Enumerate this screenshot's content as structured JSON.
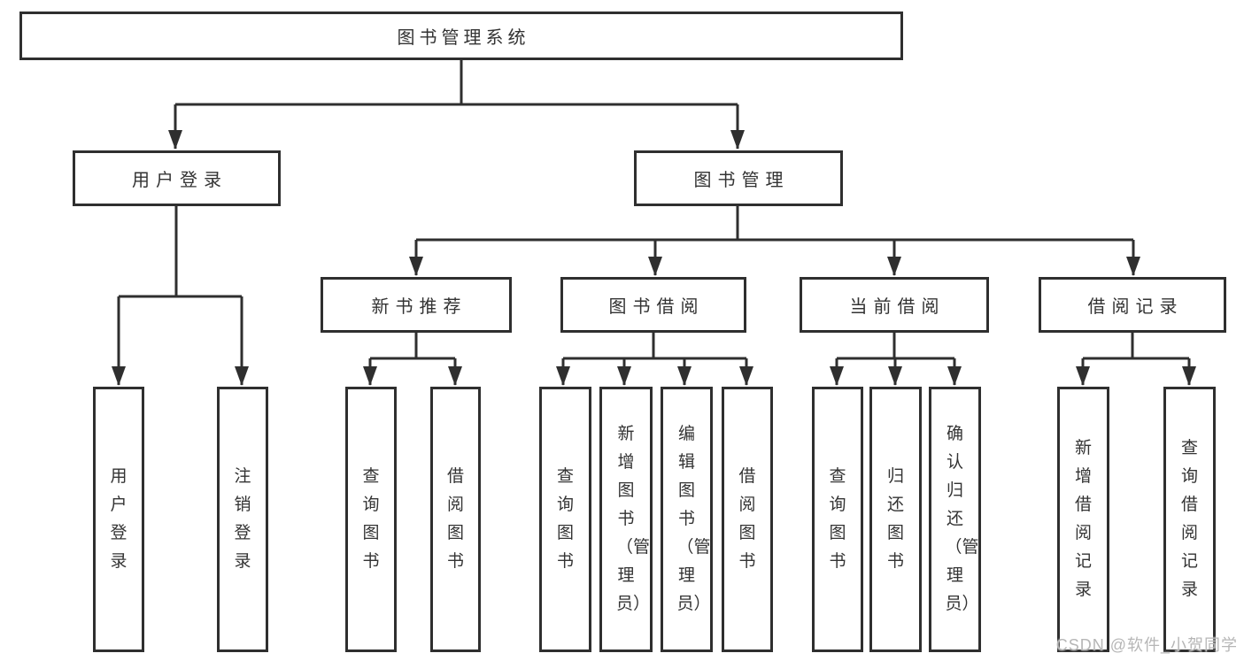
{
  "diagram": {
    "root": "图书管理系统",
    "level1": [
      "用户登录",
      "图书管理"
    ],
    "level2": [
      "新书推荐",
      "图书借阅",
      "当前借阅",
      "借阅记录"
    ],
    "leaves": {
      "login": [
        "用户登录",
        "注销登录"
      ],
      "recommend": [
        "查询图书",
        "借阅图书"
      ],
      "borrow": [
        "查询图书",
        "新增图书（管理员）",
        "编辑图书（管理员）",
        "借阅图书"
      ],
      "current": [
        "查询图书",
        "归还图书",
        "确认归还（管理员）"
      ],
      "records": [
        "新增借阅记录",
        "查询借阅记录"
      ]
    }
  },
  "watermark": "CSDN @软件_小贺同学",
  "colors": {
    "line": "#2f2f2f",
    "box_border": "#2f2f2f",
    "text": "#333333",
    "background": "#ffffff",
    "watermark": "#b6b6b6"
  }
}
